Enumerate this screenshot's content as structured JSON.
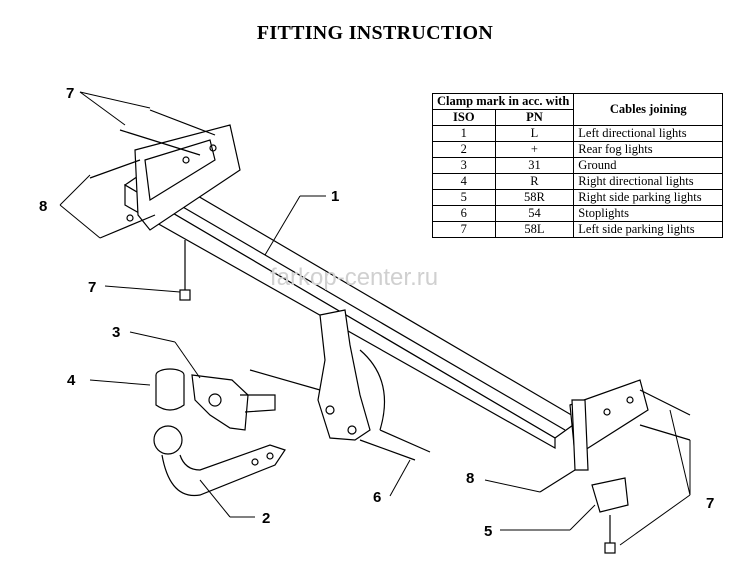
{
  "title": "FITTING INSTRUCTION",
  "watermark": "farkop-center.ru",
  "callouts": {
    "part1": "1",
    "part2": "2",
    "part3": "3",
    "part4": "4",
    "part5": "5",
    "part6": "6",
    "bolt7_top": "7",
    "bolt7_mid": "7",
    "bolt7_right": "7",
    "bolt8_left": "8",
    "bolt8_right": "8"
  },
  "table": {
    "header_clamp": "Clamp mark in acc. with",
    "header_cables": "Cables joining",
    "col_iso": "ISO",
    "col_pn": "PN",
    "rows": [
      {
        "iso": "1",
        "pn": "L",
        "desc": "Left directional lights"
      },
      {
        "iso": "2",
        "pn": "+",
        "desc": "Rear fog lights"
      },
      {
        "iso": "3",
        "pn": "31",
        "desc": "Ground"
      },
      {
        "iso": "4",
        "pn": "R",
        "desc": "Right directional lights"
      },
      {
        "iso": "5",
        "pn": "58R",
        "desc": "Right side parking lights"
      },
      {
        "iso": "6",
        "pn": "54",
        "desc": "Stoplights"
      },
      {
        "iso": "7",
        "pn": "58L",
        "desc": "Left side parking lights"
      }
    ]
  }
}
